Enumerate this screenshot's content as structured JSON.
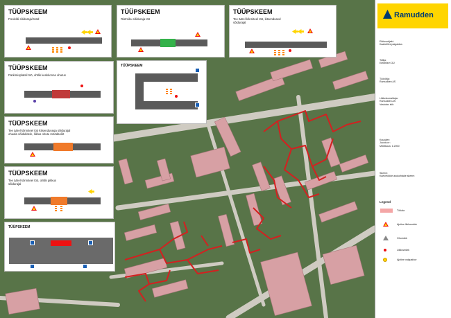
{
  "logo": {
    "name": "Ramudden"
  },
  "panels": {
    "p1": {
      "title": "TÜÜPSKEEM",
      "subtitle": "Pooleldi sõidurajal tööd"
    },
    "p2": {
      "title": "TÜÜPSKEEM",
      "subtitle": "Ristmiku sõiduraja töö"
    },
    "p3": {
      "title": "TÜÜPSKEEM",
      "subtitle": "Tee äärel kõnniteel töö, kitsendused",
      "subtitle2": "sõidurajal"
    },
    "p4": {
      "title": "TÜÜPSKEEM",
      "subtitle": "Parkimisplatsil töö, ohtlik keskkonna ohutus"
    },
    "p5": {
      "title": "TÜÜPSKEEM",
      "subtitle": "Tee äärel kõnniteel töö kitsendusega sõidurajal",
      "subtitle2": "ohuala sõidukitele, liiklus ohutu möödasõit"
    },
    "p6": {
      "title": "TÜÜPSKEEM",
      "subtitle": "Tee äärel kõnniteel töö, ohtlik pikkus",
      "subtitle2": "sõidurajal"
    },
    "p7": {
      "title": "TÜÜPSKEEM",
      "subtitle": ""
    },
    "p8": {
      "title": "TÜÜPSKEEM",
      "subtitle": ""
    }
  },
  "info": {
    "lines1": [
      "Ehitusobjekt:",
      "Kaabelliini paigaldus"
    ],
    "lines2": [
      "Tellija:",
      "Elektrilevi OÜ"
    ],
    "lines3": [
      "Töövõtja:",
      "Ramudden AS"
    ],
    "lines4": [
      "Liikluskorraldaja:",
      "Ramudden AS",
      "Vastutav isik:"
    ],
    "lines5": [
      "Kuupäev:",
      "Joonis nr:",
      "Mõõtkava: 1:2000"
    ],
    "lines6": [
      "Skeem:",
      "Kaevetööde asukohtade skeem"
    ]
  },
  "legend": {
    "title": "Legend",
    "items": [
      {
        "label": "Tööala",
        "color": "#f4a6a6"
      },
      {
        "label": "Ajutine liiklusmärk",
        "color": "#ffd400"
      },
      {
        "label": "Ohumärk",
        "color": "#ffffff"
      },
      {
        "label": "Liiklusmärk",
        "color": "#e11"
      },
      {
        "label": "Ajutine valgusfoor",
        "color": "#ffd400"
      }
    ]
  },
  "colors": {
    "trench": "#d42020",
    "building": "#d7a0a4",
    "grass": "#6a8b52",
    "road": "#c9c5bd"
  }
}
